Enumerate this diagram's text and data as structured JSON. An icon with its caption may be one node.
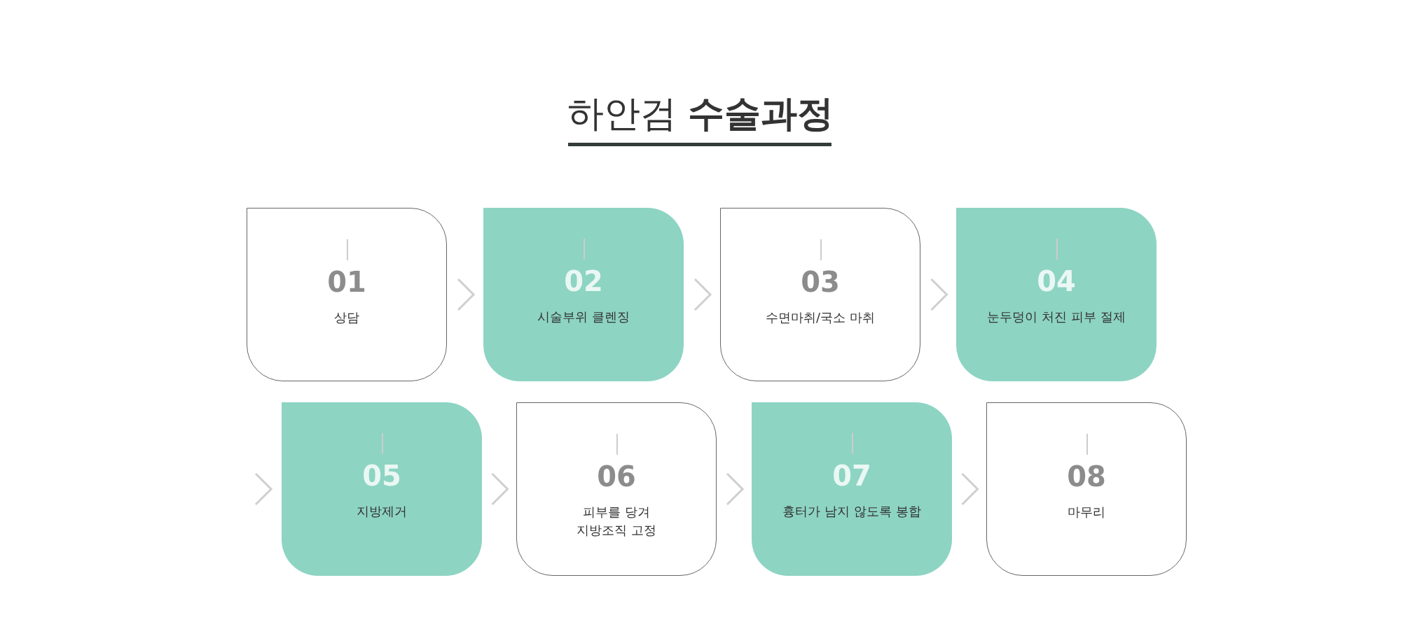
{
  "diagram": {
    "title": "하안검 **수술과정**",
    "nodes": [
      {
        "text": [
          "01",
          "상담"
        ]
      },
      {
        "text": [
          "02",
          "시술부위 클렌징"
        ]
      },
      {
        "text": [
          "03",
          "수면마취/국소 마취"
        ]
      },
      {
        "text": [
          "04",
          "눈두덩이 처진 피부 절제"
        ]
      },
      {
        "text": [
          "05",
          "지방제거"
        ]
      },
      {
        "text": [
          "06",
          "피부를 당겨 지방조직 고정"
        ]
      },
      {
        "text": [
          "07",
          "흉터가 남지 않도록 봉합"
        ]
      },
      {
        "text": [
          "08",
          "마무리"
        ]
      }
    ],
    "edges": [
      {
        "from": 0,
        "to": 1,
        "arrow": "to"
      },
      {
        "from": 1,
        "to": 2,
        "arrow": "to"
      },
      {
        "from": 2,
        "to": 3,
        "arrow": "to"
      },
      {
        "from": null,
        "to": 4,
        "arrow": "to"
      },
      {
        "from": 4,
        "to": 5,
        "arrow": "to"
      },
      {
        "from": 5,
        "to": 6,
        "arrow": "to"
      },
      {
        "from": 6,
        "to": 7,
        "arrow": "to"
      }
    ]
  }
}
